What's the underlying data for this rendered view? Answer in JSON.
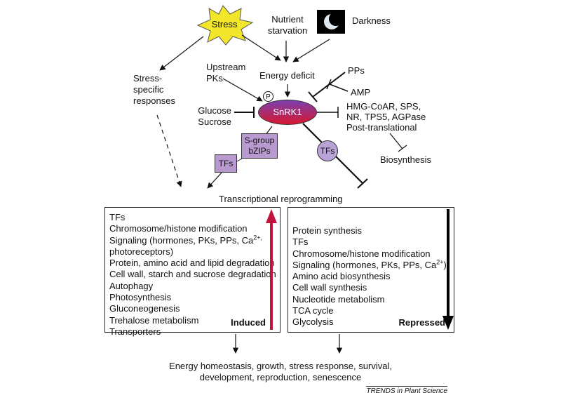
{
  "nodes": {
    "stress": "Stress",
    "nutrient_line1": "Nutrient",
    "nutrient_line2": "starvation",
    "darkness": "Darkness",
    "stress_specific_line1": "Stress-",
    "stress_specific_line2": "specific",
    "stress_specific_line3": "responses",
    "upstream_line1": "Upstream",
    "upstream_line2": "PKs",
    "energy_deficit": "Energy deficit",
    "pps": "PPs",
    "amp": "AMP",
    "phospho": "P",
    "snrk1": "SnRK1",
    "glucose": "Glucose",
    "sucrose": "Sucrose",
    "targets_line1": "HMG-CoAR, SPS,",
    "targets_line2": "NR, TPS5, AGPase",
    "targets_line3": "Post-translational",
    "biosynthesis": "Biosynthesis",
    "sgroup_line1": "S-group",
    "sgroup_line2": "bZIPs",
    "tfs_left": "TFs",
    "tfs_right": "TFs",
    "transcriptional": "Transcriptional reprogramming",
    "outcome_line1": "Energy homeostasis, growth, stress response, survival,",
    "outcome_line2": "development, reproduction, senescence",
    "credit": "TRENDS in Plant Science"
  },
  "induced": {
    "title": "Induced",
    "items": [
      "TFs",
      "Chromosome/histone modification",
      "Signaling (hormones, PKs, PPs, Ca",
      "photoreceptors)",
      "Protein, amino acid and lipid degradation",
      "Cell wall, starch and sucrose degradation",
      "Autophagy",
      "Photosynthesis",
      "Gluconeogenesis",
      "Trehalose metabolism",
      "Transporters"
    ],
    "ca_superscript": "2+,",
    "arrow_color": "#c0143c"
  },
  "repressed": {
    "title": "Repressed",
    "items": [
      "Protein synthesis",
      "TFs",
      "Chromosome/histone modification",
      "Signaling (hormones, PKs, PPs, Ca",
      "Amino acid biosynthesis",
      "Cell wall synthesis",
      "Nucleotide metabolism",
      "TCA cycle",
      "Glycolysis"
    ],
    "ca_superscript": "2+",
    "ca_suffix": ")",
    "arrow_color": "#000000"
  },
  "colors": {
    "stress_star": "#f2e62a",
    "snrk1_top": "#7b3fb0",
    "snrk1_bottom": "#d8172f",
    "bzip_box": "#b89ad0",
    "tf_circle": "#b9a2d6",
    "darkness_bg": "#000000"
  },
  "icons": {
    "darkness": "moon-icon",
    "stress": "star-burst-icon",
    "phospho": "phosphate-circle-icon"
  }
}
